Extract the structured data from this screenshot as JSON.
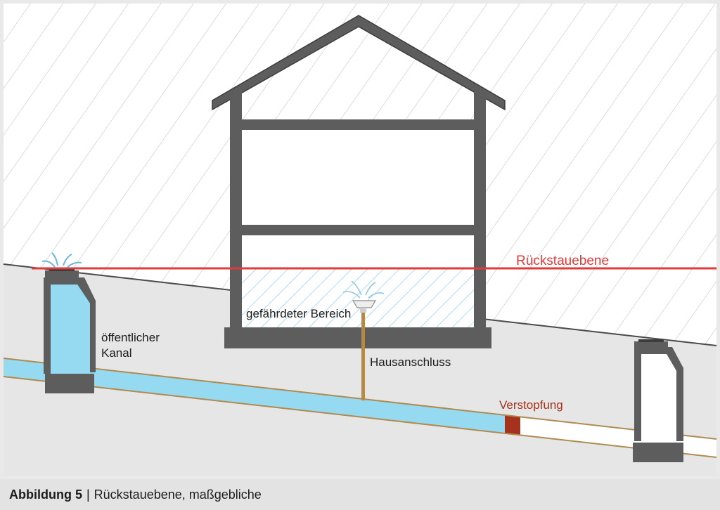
{
  "labels": {
    "backflow_level": "Rückstauebene",
    "danger_zone": "gefährdeter Bereich",
    "public_sewer_line1": "öffentlicher",
    "public_sewer_line2": "Kanal",
    "house_connection": "Hausanschluss",
    "blockage": "Verstopfung"
  },
  "caption": {
    "number": "Abbildung 5",
    "separator": "|",
    "text": "Rückstauebene, maßgebliche"
  },
  "colors": {
    "backflow_line": "#e03a3a",
    "water": "#96daf2",
    "blockage": "#a4321c",
    "pipe_outline": "#b08a4e",
    "walls": "#5d5d5d",
    "soil": "#e6e6e6",
    "caption_bar": "#e3e3e3"
  }
}
